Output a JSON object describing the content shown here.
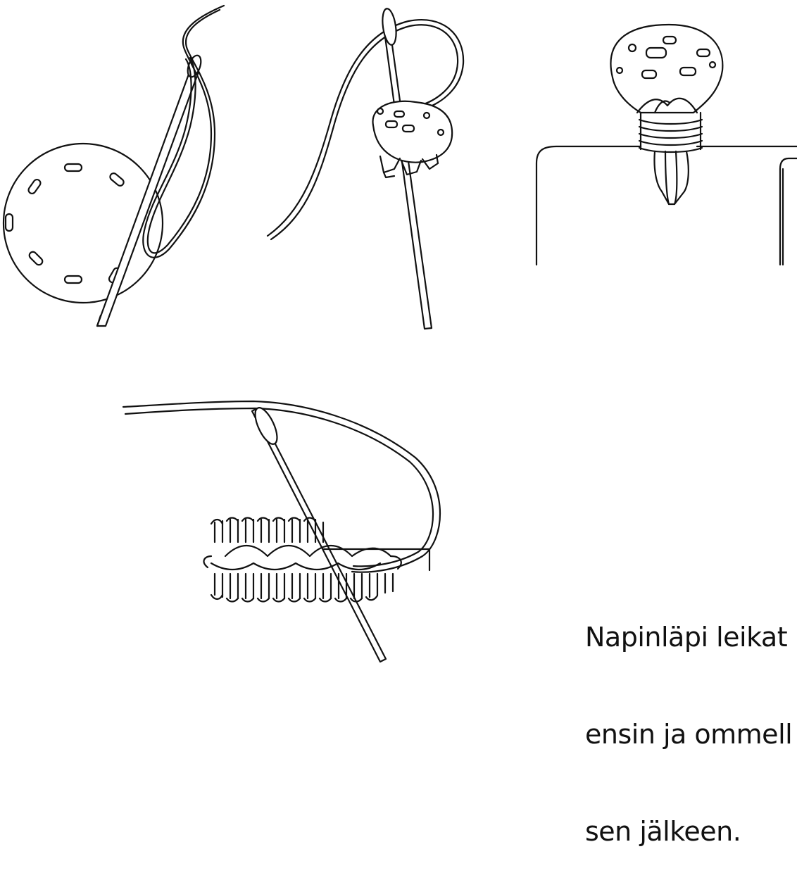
{
  "caption": {
    "lines": [
      "Napinläpi leikat",
      "ensin ja ommell",
      "sen jälkeen."
    ]
  },
  "colors": {
    "ink": "#111111",
    "paper": "#ffffff"
  },
  "figures": [
    {
      "name": "four-hole-button-sewing",
      "icon": "button-with-needle-icon"
    },
    {
      "name": "shank-button-sewing",
      "icon": "shank-button-needle-icon"
    },
    {
      "name": "shank-button-on-fabric",
      "icon": "finished-shank-button-icon"
    },
    {
      "name": "buttonhole-stitching",
      "icon": "buttonhole-stitch-icon"
    }
  ]
}
